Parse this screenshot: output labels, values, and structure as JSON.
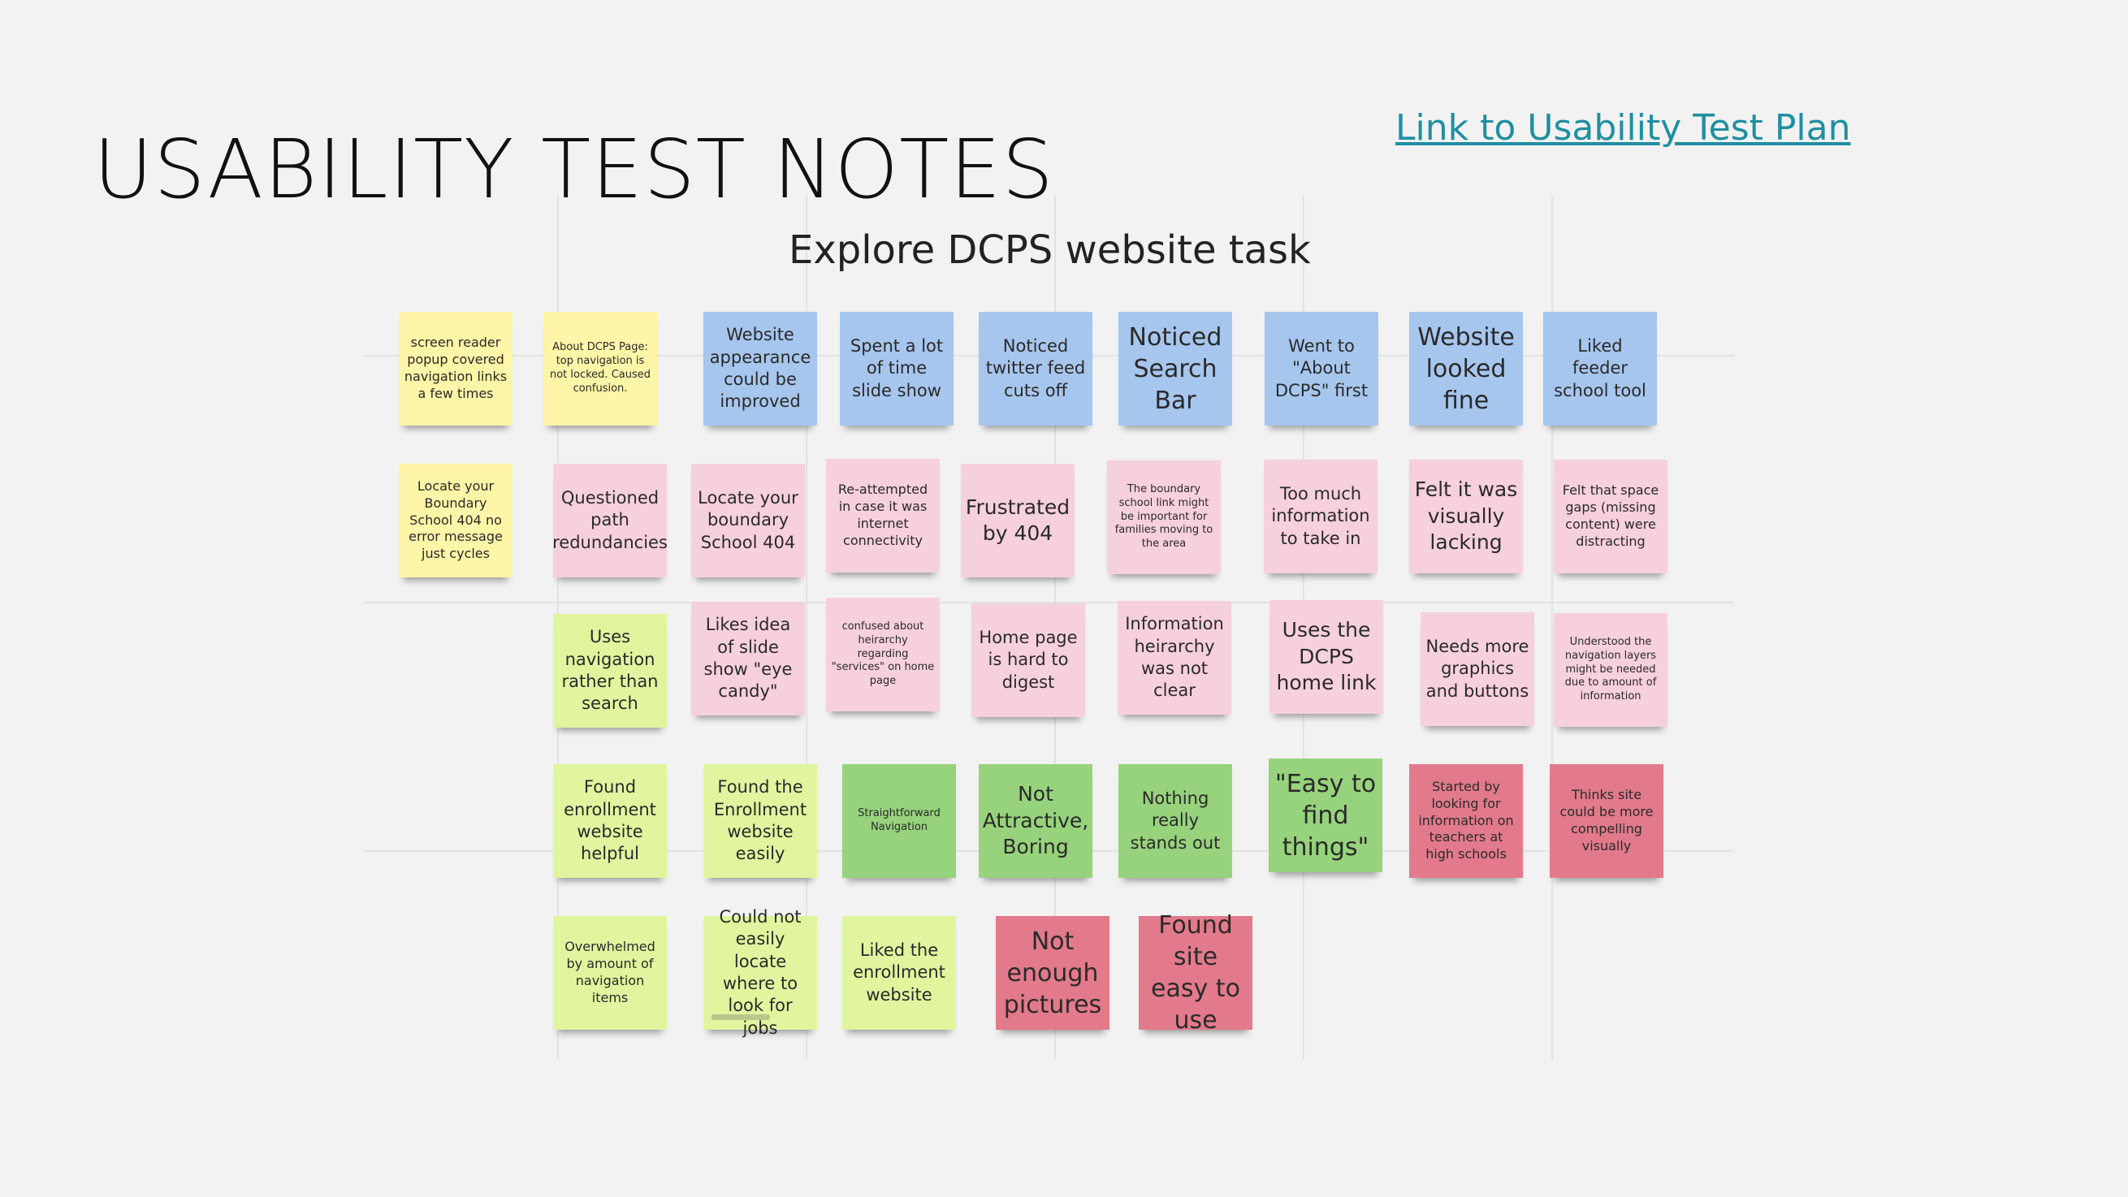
{
  "slide": {
    "title": "USABILITY TEST NOTES",
    "link_text": "Link to Usability Test Plan",
    "board_title": "Explore DCPS website task"
  },
  "colors": {
    "yellow": "#fdf5a7",
    "blue": "#a7c6ee",
    "pink": "#f6d0dc",
    "lime": "#e0f59e",
    "green": "#97d27c",
    "red": "#e27a8b",
    "link": "#1f8fa0"
  },
  "notes": {
    "r1c1": "screen reader popup covered navigation links a few times",
    "r1c2": "About DCPS Page: top navigation is not locked. Caused confusion.",
    "r1c3": "Website appearance could be improved",
    "r1c4": "Spent a lot of time slide show",
    "r1c5": "Noticed twitter feed cuts off",
    "r1c6": "Noticed Search Bar",
    "r1c7": "Went to \"About DCPS\" first",
    "r1c8": "Website looked fine",
    "r1c9": "Liked feeder school tool",
    "r2c1": "Locate your Boundary School 404 no error message just cycles",
    "r2c2": "Questioned path redundancies",
    "r2c3": "Locate your boundary School 404",
    "r2c4": "Re-attempted in case it was internet connectivity",
    "r2c5": "Frustrated by 404",
    "r2c6": "The boundary school link might be important for families moving to the area",
    "r2c7": "Too much information to take in",
    "r2c8": "Felt it was visually lacking",
    "r2c9": "Felt that space gaps (missing content) were distracting",
    "r3c2": "Uses navigation rather than search",
    "r3c3": "Likes idea of slide show \"eye candy\"",
    "r3c4": "confused about heirarchy regarding \"services\" on home page",
    "r3c5": "Home page is hard to digest",
    "r3c6": "Information heirarchy was not clear",
    "r3c7": "Uses the DCPS home link",
    "r3c8": "Needs more graphics and buttons",
    "r3c9": "Understood the navigation layers might be needed due to amount of information",
    "r4c2": "Found enrollment website helpful",
    "r4c3": "Found the Enrollment website easily",
    "r4c4": "Straightforward Navigation",
    "r4c5": "Not Attractive, Boring",
    "r4c6": "Nothing really stands out",
    "r4c7": "\"Easy to find things\"",
    "r4c8": "Started by looking for information on teachers at high schools",
    "r4c9": "Thinks site could be more compelling visually",
    "r5c2": "Overwhelmed by amount of navigation items",
    "r5c3": "Could not easily locate where to look for jobs",
    "r5c4": "Liked the enrollment website",
    "r5c5": "Not enough pictures",
    "r5c6": "Found site easy to use"
  }
}
